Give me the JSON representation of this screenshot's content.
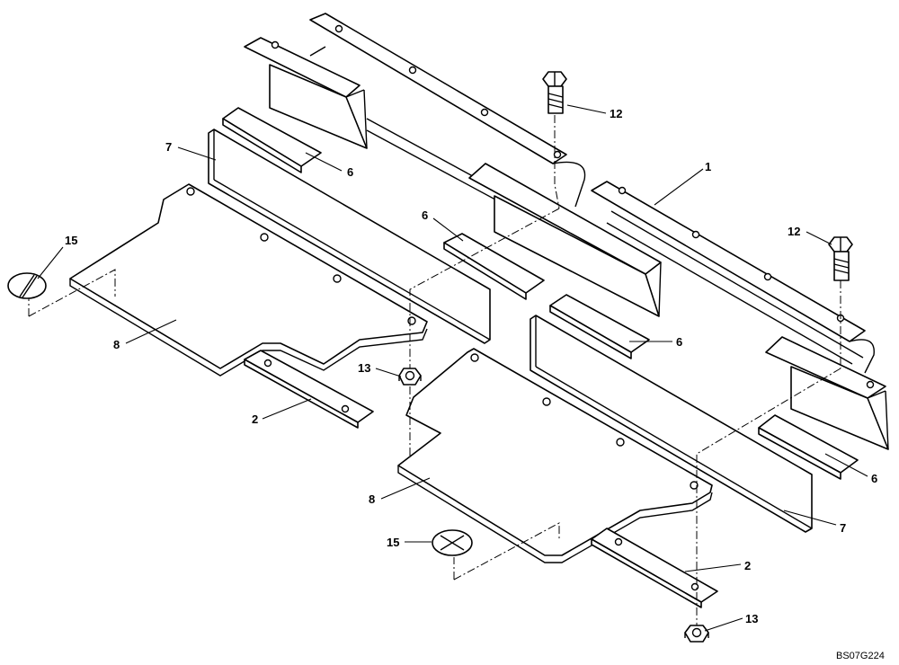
{
  "callouts": {
    "c1": "1",
    "c2a": "2",
    "c2b": "2",
    "c6a": "6",
    "c6b": "6",
    "c6c": "6",
    "c6d": "6",
    "c7a": "7",
    "c7b": "7",
    "c8a": "8",
    "c8b": "8",
    "c12a": "12",
    "c12b": "12",
    "c13a": "13",
    "c13b": "13",
    "c15a": "15",
    "c15b": "15"
  },
  "drawing_ref": "BS07G224"
}
